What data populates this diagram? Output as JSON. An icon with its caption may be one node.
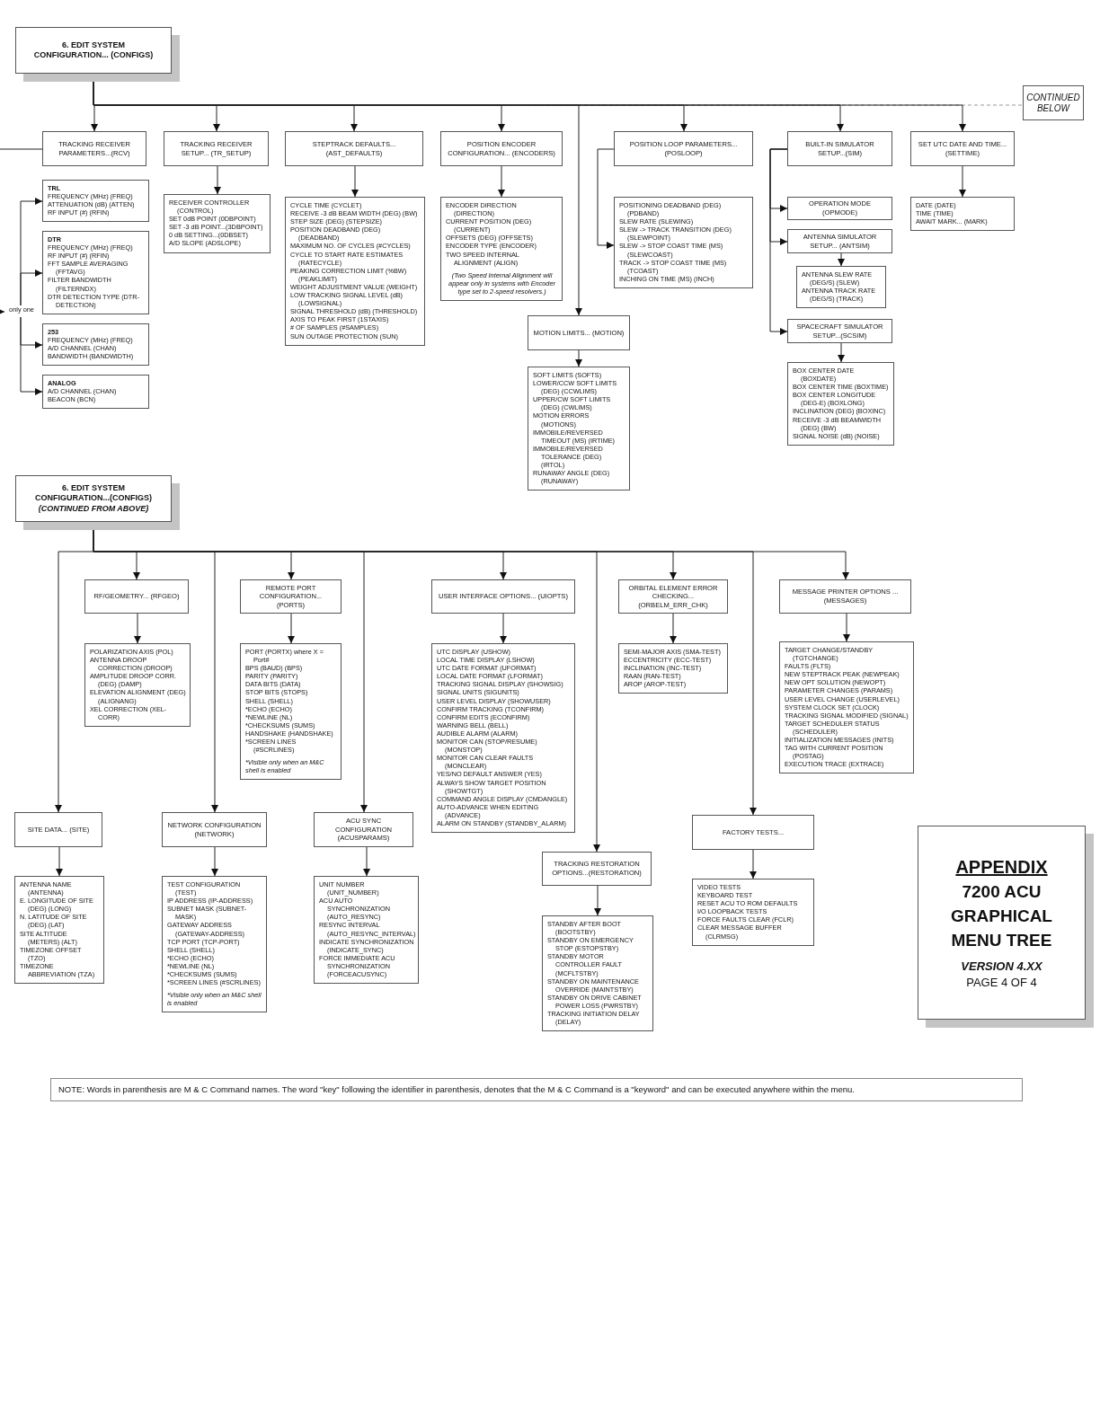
{
  "diagram": {
    "nodes": [
      {
        "text": [
          "6. EDIT SYSTEM CONFIGURATION... (CONFIGS)"
        ]
      },
      {
        "text": [
          "TRACKING RECEIVER PARAMETERS...(RCV)"
        ]
      },
      {
        "text": [
          "TRACKING RECEIVER SETUP... (TR_SETUP)"
        ]
      },
      {
        "text": [
          "STEPTRACK DEFAULTS... (AST_DEFAULTS)"
        ]
      },
      {
        "text": [
          "POSITION ENCODER CONFIGURATION... (ENCODERS)"
        ]
      },
      {
        "text": [
          "POSITION LOOP PARAMETERS... (POSLOOP)"
        ]
      },
      {
        "text": [
          "BUILT-IN SIMULATOR SETUP...(SIM)"
        ]
      },
      {
        "text": [
          "SET UTC DATE AND TIME... (SETTIME)"
        ]
      },
      {
        "text": [
          "CONTINUED BELOW"
        ]
      },
      {
        "text": [
          "only one"
        ]
      },
      {
        "text": [
          "TRL",
          "FREQUENCY (MHz) (FREQ)",
          "ATTENUATION (dB) (ATTEN)",
          "RF INPUT (#) (RFIN)"
        ]
      },
      {
        "text": [
          "DTR",
          "FREQUENCY (MHz) (FREQ)",
          "RF INPUT (#) (RFIN)",
          "FFT SAMPLE AVERAGING (FFTAVG)",
          "FILTER BANDWIDTH (FILTERNDX)",
          "DTR DETECTION TYPE (DTR-DETECTION)"
        ]
      },
      {
        "text": [
          "253",
          "FREQUENCY (MHz) (FREQ)",
          "A/D CHANNEL (CHAN)",
          "BANDWIDTH (BANDWIDTH)"
        ]
      },
      {
        "text": [
          "ANALOG",
          "A/D CHANNEL (CHAN)",
          "BEACON (BCN)"
        ]
      },
      {
        "text": [
          "RECEIVER CONTROLLER (CONTROL)",
          "SET 0dB POINT (0DBPOINT)",
          "SET -3 dB POINT...(3DBPOINT)",
          "0 dB SETTING...(0DBSET)",
          "A/D SLOPE (ADSLOPE)"
        ]
      },
      {
        "text": [
          "CYCLE TIME (CYCLET)",
          "RECEIVE -3 dB BEAM WIDTH (DEG) (BW)",
          "STEP SIZE (DEG) (STEPSIZE)",
          "POSITION DEADBAND (DEG) (DEADBAND)",
          "MAXIMUM NO. OF CYCLES (#CYCLES)",
          "CYCLE TO START RATE ESTIMATES (RATECYCLE)",
          "PEAKING CORRECTION LIMIT (%BW) (PEAKLIMIT)",
          "WEIGHT ADJUSTMENT VALUE (WEIGHT)",
          "LOW TRACKING SIGNAL LEVEL (dB) (LOWSIGNAL)",
          "SIGNAL THRESHOLD (dB) (THRESHOLD)",
          "AXIS TO PEAK FIRST (1STAXIS)",
          "# OF SAMPLES (#SAMPLES)",
          "SUN OUTAGE PROTECTION (SUN)"
        ]
      },
      {
        "text": [
          "ENCODER DIRECTION (DIRECTION)",
          "CURRENT POSITION (DEG) (CURRENT)",
          "OFFSETS (DEG) (OFFSETS)",
          "ENCODER TYPE (ENCODER)",
          "TWO SPEED INTERNAL ALIGNMENT (ALIGN)",
          "(Two Speed Internal Alignment will appear only in systems with Encoder type set to 2-speed resolvers.)"
        ]
      },
      {
        "text": [
          "MOTION LIMITS... (MOTION)"
        ]
      },
      {
        "text": [
          "SOFT LIMITS (SOFTS)",
          "LOWER/CCW SOFT LIMITS (DEG) (CCWLIMS)",
          "UPPER/CW SOFT LIMITS (DEG) (CWLIMS)",
          "MOTION ERRORS (MOTIONS)",
          "IMMOBILE/REVERSED TIMEOUT (MS) (IRTIME)",
          "IMMOBILE/REVERSED TOLERANCE (DEG) (IRTOL)",
          "RUNAWAY ANGLE (DEG) (RUNAWAY)"
        ]
      },
      {
        "text": [
          "POSITIONING DEADBAND (DEG) (PDBAND)",
          "SLEW RATE (SLEWING)",
          "SLEW -> TRACK TRANSITION (DEG) (SLEWPOINT)",
          "SLEW -> STOP COAST TIME (MS) (SLEWCOAST)",
          "TRACK -> STOP COAST TIME (MS) (TCOAST)",
          "INCHING ON TIME (MS) (INCH)"
        ]
      },
      {
        "text": [
          "OPERATION MODE (OPMODE)"
        ]
      },
      {
        "text": [
          "ANTENNA SIMULATOR SETUP... (ANTSIM)"
        ]
      },
      {
        "text": [
          "ANTENNA SLEW RATE (DEG/S) (SLEW)",
          "ANTENNA TRACK RATE (DEG/S) (TRACK)"
        ]
      },
      {
        "text": [
          "SPACECRAFT SIMULATOR SETUP...(SCSIM)"
        ]
      },
      {
        "text": [
          "BOX CENTER DATE (BOXDATE)",
          "BOX CENTER TIME (BOXTIME)",
          "BOX CENTER LONGITUDE (DEG-E) (BOXLONG)",
          "INCLINATION (DEG) (BOXINC)",
          "RECEIVE -3 dB BEAMWIDTH (DEG) (BW)",
          "SIGNAL NOISE (dB) (NOISE)"
        ]
      },
      {
        "text": [
          "DATE (DATE)",
          "TIME (TIME)",
          "AWAIT MARK... (MARK)"
        ]
      },
      {
        "text": [
          "6. EDIT SYSTEM CONFIGURATION...(CONFIGS)",
          "(CONTINUED FROM ABOVE)"
        ]
      },
      {
        "text": [
          "RF/GEOMETRY... (RFGEO)"
        ]
      },
      {
        "text": [
          "POLARIZATION AXIS (POL)",
          "ANTENNA DROOP CORRECTION (DROOP)",
          "AMPLITUDE DROOP CORR. (DEG) (DAMP)",
          "ELEVATION ALIGNMENT (DEG) (ALIGNANG)",
          "XEL CORRECTION (XEL-CORR)"
        ]
      },
      {
        "text": [
          "REMOTE PORT CONFIGURATION... (PORTS)"
        ]
      },
      {
        "text": [
          "PORT (PORTX) where X = Port#",
          "BPS (BAUD) (BPS)",
          "PARITY (PARITY)",
          "DATA BITS (DATA)",
          "STOP BITS (STOPS)",
          "SHELL (SHELL)",
          "*ECHO (ECHO)",
          "*NEWLINE (NL)",
          "*CHECKSUMS (SUMS)",
          "HANDSHAKE (HANDSHAKE)",
          "*SCREEN LINES (#SCRLINES)",
          "*Visible only when an M&C shell is enabled"
        ]
      },
      {
        "text": [
          "USER INTERFACE OPTIONS... (UIOPTS)"
        ]
      },
      {
        "text": [
          "UTC DISPLAY (USHOW)",
          "LOCAL TIME DISPLAY (LSHOW)",
          "UTC DATE FORMAT (UFORMAT)",
          "LOCAL DATE FORMAT (LFORMAT)",
          "TRACKING SIGNAL DISPLAY (SHOWSIG)",
          "SIGNAL UNITS (SIGUNITS)",
          "USER LEVEL DISPLAY (SHOWUSER)",
          "CONFIRM TRACKING (TCONFIRM)",
          "CONFIRM EDITS (ECONFIRM)",
          "WARNING BELL (BELL)",
          "AUDIBLE ALARM (ALARM)",
          "MONITOR CAN (STOP/RESUME) (MONSTOP)",
          "MONITOR CAN CLEAR FAULTS (MONCLEAR)",
          "YES/NO DEFAULT ANSWER (YES)",
          "ALWAYS SHOW TARGET POSITION (SHOWTGT)",
          "COMMAND ANGLE DISPLAY (CMDANGLE)",
          "AUTO-ADVANCE WHEN EDITING (ADVANCE)",
          "ALARM ON STANDBY (STANDBY_ALARM)"
        ]
      },
      {
        "text": [
          "ORBITAL ELEMENT ERROR CHECKING...(ORBELM_ERR_CHK)"
        ]
      },
      {
        "text": [
          "SEMI-MAJOR AXIS (SMA-TEST)",
          "ECCENTRICITY (ECC-TEST)",
          "INCLINATION (INC-TEST)",
          "RAAN (RAN-TEST)",
          "AROP (AROP-TEST)"
        ]
      },
      {
        "text": [
          "MESSAGE PRINTER OPTIONS ... (MESSAGES)"
        ]
      },
      {
        "text": [
          "TARGET CHANGE/STANDBY (TGTCHANGE)",
          "FAULTS (FLTS)",
          "NEW STEPTRACK PEAK (NEWPEAK)",
          "NEW OPT SOLUTION (NEWOPT)",
          "PARAMETER CHANGES (PARAMS)",
          "USER LEVEL CHANGE (USERLEVEL)",
          "SYSTEM CLOCK SET (CLOCK)",
          "TRACKING SIGNAL MODIFIED (SIGNAL)",
          "TARGET SCHEDULER STATUS (SCHEDULER)",
          "INITIALIZATION MESSAGES (INITS)",
          "TAG WITH CURRENT POSITION (POSTAG)",
          "EXECUTION TRACE (EXTRACE)"
        ]
      },
      {
        "text": [
          "SITE DATA... (SITE)"
        ]
      },
      {
        "text": [
          "ANTENNA NAME (ANTENNA)",
          "E. LONGITUDE OF SITE (DEG) (LONG)",
          "N. LATITUDE OF SITE (DEG) (LAT)",
          "SITE ALTITUDE (METERS) (ALT)",
          "TIMEZONE OFFSET (TZO)",
          "TIMEZONE ABBREVIATION (TZA)"
        ]
      },
      {
        "text": [
          "NETWORK CONFIGURATION (NETWORK)"
        ]
      },
      {
        "text": [
          "TEST CONFIGURATION (TEST)",
          "IP ADDRESS (IP-ADDRESS)",
          "SUBNET MASK (SUBNET-MASK)",
          "GATEWAY ADDRESS (GATEWAY-ADDRESS)",
          "TCP PORT (TCP-PORT)",
          "SHELL (SHELL)",
          "*ECHO (ECHO)",
          "*NEWLINE (NL)",
          "*CHECKSUMS (SUMS)",
          "*SCREEN LINES (#SCRLINES)",
          "*Visible only when an M&C shell is enabled"
        ]
      },
      {
        "text": [
          "ACU SYNC CONFIGURATION (ACUSPARAMS)"
        ]
      },
      {
        "text": [
          "UNIT NUMBER (UNIT_NUMBER)",
          "ACU AUTO SYNCHRONIZATION (AUTO_RESYNC)",
          "RESYNC INTERVAL (AUTO_RESYNC_INTERVAL)",
          "INDICATE SYNCHRONIZATION (INDICATE_SYNC)",
          "FORCE IMMEDIATE ACU SYNCHRONIZATION (FORCEACUSYNC)"
        ]
      },
      {
        "text": [
          "TRACKING RESTORATION OPTIONS...(RESTORATION)"
        ]
      },
      {
        "text": [
          "STANDBY AFTER BOOT (BOOTSTBY)",
          "STANDBY ON EMERGENCY STOP (ESTOPSTBY)",
          "STANDBY MOTOR CONTROLLER FAULT (MCFLTSTBY)",
          "STANDBY ON MAINTENANCE OVERRIDE (MAINTSTBY)",
          "STANDBY ON DRIVE CABINET POWER LOSS (PWRSTBY)",
          "TRACKING INITIATION DELAY (DELAY)"
        ]
      },
      {
        "text": [
          "FACTORY TESTS..."
        ]
      },
      {
        "text": [
          "VIDEO TESTS",
          "KEYBOARD TEST",
          "RESET ACU TO ROM DEFAULTS",
          "I/O LOOPBACK TESTS",
          "FORCE FAULTS CLEAR (FCLR)",
          "CLEAR MESSAGE BUFFER (CLRMSG)"
        ]
      },
      {
        "text": [
          "APPENDIX",
          "7200 ACU GRAPHICAL MENU TREE",
          "VERSION 4.XX",
          "PAGE 4 OF 4"
        ]
      },
      {
        "text": [
          "NOTE:  Words in parenthesis are M & C Command names.  The word \"key\" following the identifier in parenthesis, denotes that the M & C Command is a \"keyword\" and can be executed anywhere within the menu."
        ]
      }
    ],
    "edges": [
      {
        "from": 0,
        "to": 1,
        "arrow": "to"
      },
      {
        "from": 0,
        "to": 2,
        "arrow": "to"
      },
      {
        "from": 0,
        "to": 3,
        "arrow": "to"
      },
      {
        "from": 0,
        "to": 4,
        "arrow": "to"
      },
      {
        "from": 0,
        "to": 17,
        "arrow": "to"
      },
      {
        "from": 0,
        "to": 5,
        "arrow": "to"
      },
      {
        "from": 0,
        "to": 6,
        "arrow": "to"
      },
      {
        "from": 0,
        "to": 7,
        "arrow": "to"
      },
      {
        "from": 0,
        "to": 8,
        "arrow": "none",
        "style": "dashed",
        "color": "#999999"
      },
      {
        "from": 1,
        "to": 9,
        "arrow": "to"
      },
      {
        "from": 9,
        "to": 10,
        "arrow": "to"
      },
      {
        "from": 9,
        "to": 11,
        "arrow": "to"
      },
      {
        "from": 9,
        "to": 12,
        "arrow": "to"
      },
      {
        "from": 9,
        "to": 13,
        "arrow": "to"
      },
      {
        "from": 2,
        "to": 14,
        "arrow": "to"
      },
      {
        "from": 3,
        "to": 15,
        "arrow": "to"
      },
      {
        "from": 4,
        "to": 16,
        "arrow": "to"
      },
      {
        "from": 17,
        "to": 18,
        "arrow": "to"
      },
      {
        "from": 5,
        "to": 19,
        "arrow": "to"
      },
      {
        "from": 6,
        "to": 20,
        "arrow": "to"
      },
      {
        "from": 6,
        "to": 21,
        "arrow": "to"
      },
      {
        "from": 6,
        "to": 23,
        "arrow": "to"
      },
      {
        "from": 21,
        "to": 22,
        "arrow": "to"
      },
      {
        "from": 23,
        "to": 24,
        "arrow": "to"
      },
      {
        "from": 7,
        "to": 25,
        "arrow": "to"
      },
      {
        "from": 26,
        "to": 37,
        "arrow": "to"
      },
      {
        "from": 26,
        "to": 27,
        "arrow": "to"
      },
      {
        "from": 26,
        "to": 39,
        "arrow": "to"
      },
      {
        "from": 26,
        "to": 29,
        "arrow": "to"
      },
      {
        "from": 26,
        "to": 41,
        "arrow": "to"
      },
      {
        "from": 26,
        "to": 31,
        "arrow": "to"
      },
      {
        "from": 26,
        "to": 43,
        "arrow": "to"
      },
      {
        "from": 26,
        "to": 33,
        "arrow": "to"
      },
      {
        "from": 26,
        "to": 45,
        "arrow": "to"
      },
      {
        "from": 26,
        "to": 35,
        "arrow": "to"
      },
      {
        "from": 27,
        "to": 28,
        "arrow": "to"
      },
      {
        "from": 29,
        "to": 30,
        "arrow": "to"
      },
      {
        "from": 31,
        "to": 32,
        "arrow": "to"
      },
      {
        "from": 33,
        "to": 34,
        "arrow": "to"
      },
      {
        "from": 35,
        "to": 36,
        "arrow": "to"
      },
      {
        "from": 37,
        "to": 38,
        "arrow": "to"
      },
      {
        "from": 39,
        "to": 40,
        "arrow": "to"
      },
      {
        "from": 41,
        "to": 42,
        "arrow": "to"
      },
      {
        "from": 43,
        "to": 44,
        "arrow": "to"
      },
      {
        "from": 45,
        "to": 46,
        "arrow": "to"
      }
    ]
  }
}
